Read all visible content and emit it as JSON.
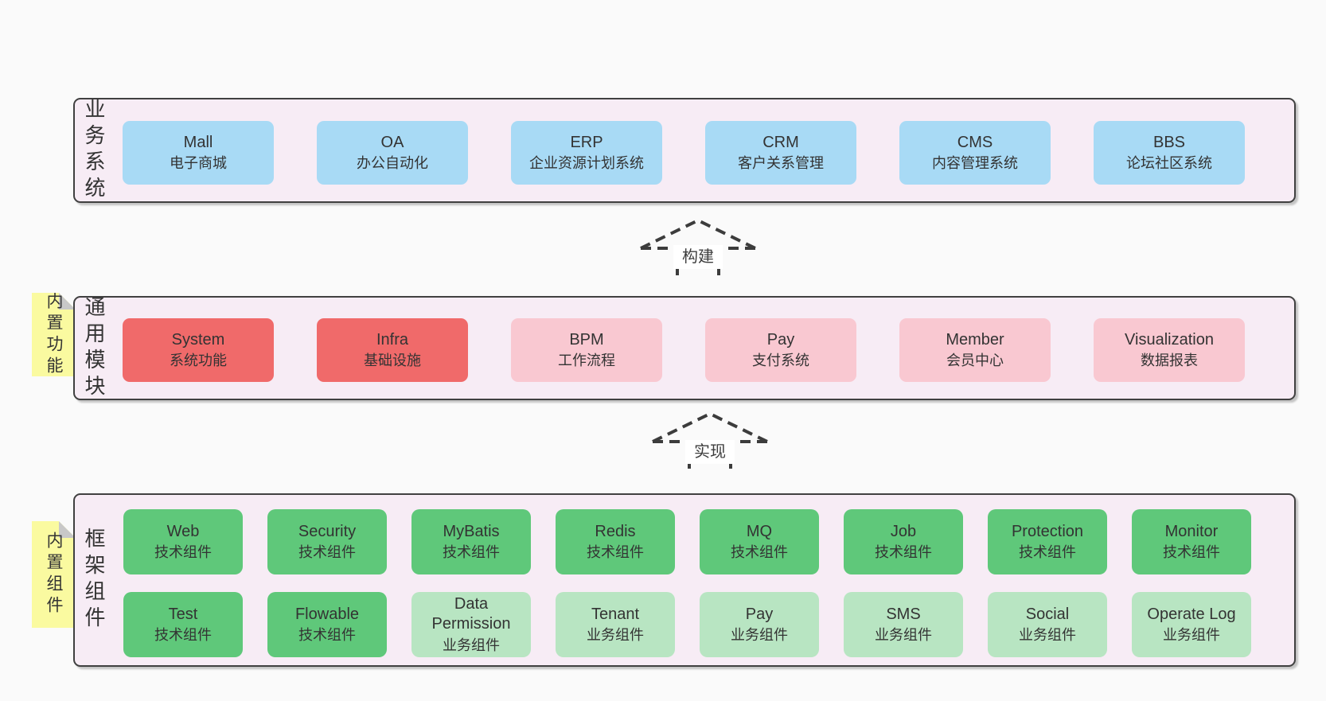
{
  "diagram": {
    "layers": {
      "business": {
        "label": "业务系统",
        "boxes": [
          {
            "title": "Mall",
            "subtitle": "电子商城"
          },
          {
            "title": "OA",
            "subtitle": "办公自动化"
          },
          {
            "title": "ERP",
            "subtitle": "企业资源计划系统"
          },
          {
            "title": "CRM",
            "subtitle": "客户关系管理"
          },
          {
            "title": "CMS",
            "subtitle": "内容管理系统"
          },
          {
            "title": "BBS",
            "subtitle": "论坛社区系统"
          }
        ]
      },
      "modules": {
        "label": "通用模块",
        "note": "内置功能",
        "boxes": [
          {
            "title": "System",
            "subtitle": "系统功能"
          },
          {
            "title": "Infra",
            "subtitle": "基础设施"
          },
          {
            "title": "BPM",
            "subtitle": "工作流程"
          },
          {
            "title": "Pay",
            "subtitle": "支付系统"
          },
          {
            "title": "Member",
            "subtitle": "会员中心"
          },
          {
            "title": "Visualization",
            "subtitle": "数据报表"
          }
        ]
      },
      "components": {
        "label": "框架组件",
        "note": "内置组件",
        "row1": [
          {
            "title": "Web",
            "subtitle": "技术组件"
          },
          {
            "title": "Security",
            "subtitle": "技术组件"
          },
          {
            "title": "MyBatis",
            "subtitle": "技术组件"
          },
          {
            "title": "Redis",
            "subtitle": "技术组件"
          },
          {
            "title": "MQ",
            "subtitle": "技术组件"
          },
          {
            "title": "Job",
            "subtitle": "技术组件"
          },
          {
            "title": "Protection",
            "subtitle": "技术组件"
          },
          {
            "title": "Monitor",
            "subtitle": "技术组件"
          }
        ],
        "row2": [
          {
            "title": "Test",
            "subtitle": "技术组件"
          },
          {
            "title": "Flowable",
            "subtitle": "技术组件"
          },
          {
            "title": "Data Permission",
            "subtitle": "业务组件"
          },
          {
            "title": "Tenant",
            "subtitle": "业务组件"
          },
          {
            "title": "Pay",
            "subtitle": "业务组件"
          },
          {
            "title": "SMS",
            "subtitle": "业务组件"
          },
          {
            "title": "Social",
            "subtitle": "业务组件"
          },
          {
            "title": "Operate Log",
            "subtitle": "业务组件"
          }
        ]
      }
    },
    "arrows": {
      "build": {
        "label": "构建"
      },
      "implement": {
        "label": "实现"
      }
    },
    "colors": {
      "business_box": "#a8daf5",
      "module_core_box": "#f06a6a",
      "module_box": "#f9c8d1",
      "tech_component_box": "#5fc87a",
      "biz_component_box": "#b8e5c2",
      "panel_bg": "#f7ecf5",
      "sticky_note": "#fafaa0"
    }
  }
}
